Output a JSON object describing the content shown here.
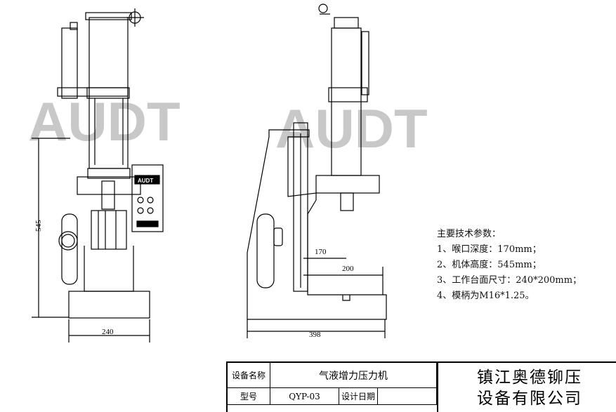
{
  "watermark": "AUDT",
  "panel_label": "AUDT",
  "dimensions": {
    "front_height": "545",
    "front_width": "240",
    "side_depth": "398",
    "throat": "170",
    "table_depth": "200"
  },
  "specs": {
    "title": "主要技术参数：",
    "items": [
      "1、喉口深度：170mm；",
      "2、机体高度：545mm；",
      "3、工作台面尺寸：240*200mm；",
      "4、模柄为M16*1.25。"
    ]
  },
  "title_block": {
    "name_label": "设备名称",
    "name_value": "气液增力压力机",
    "model_label": "型号",
    "model_value": "QYP-03",
    "date_label": "设计日期",
    "date_value": "",
    "company_line1": "镇江奥德铆压",
    "company_line2": "设备有限公司"
  }
}
